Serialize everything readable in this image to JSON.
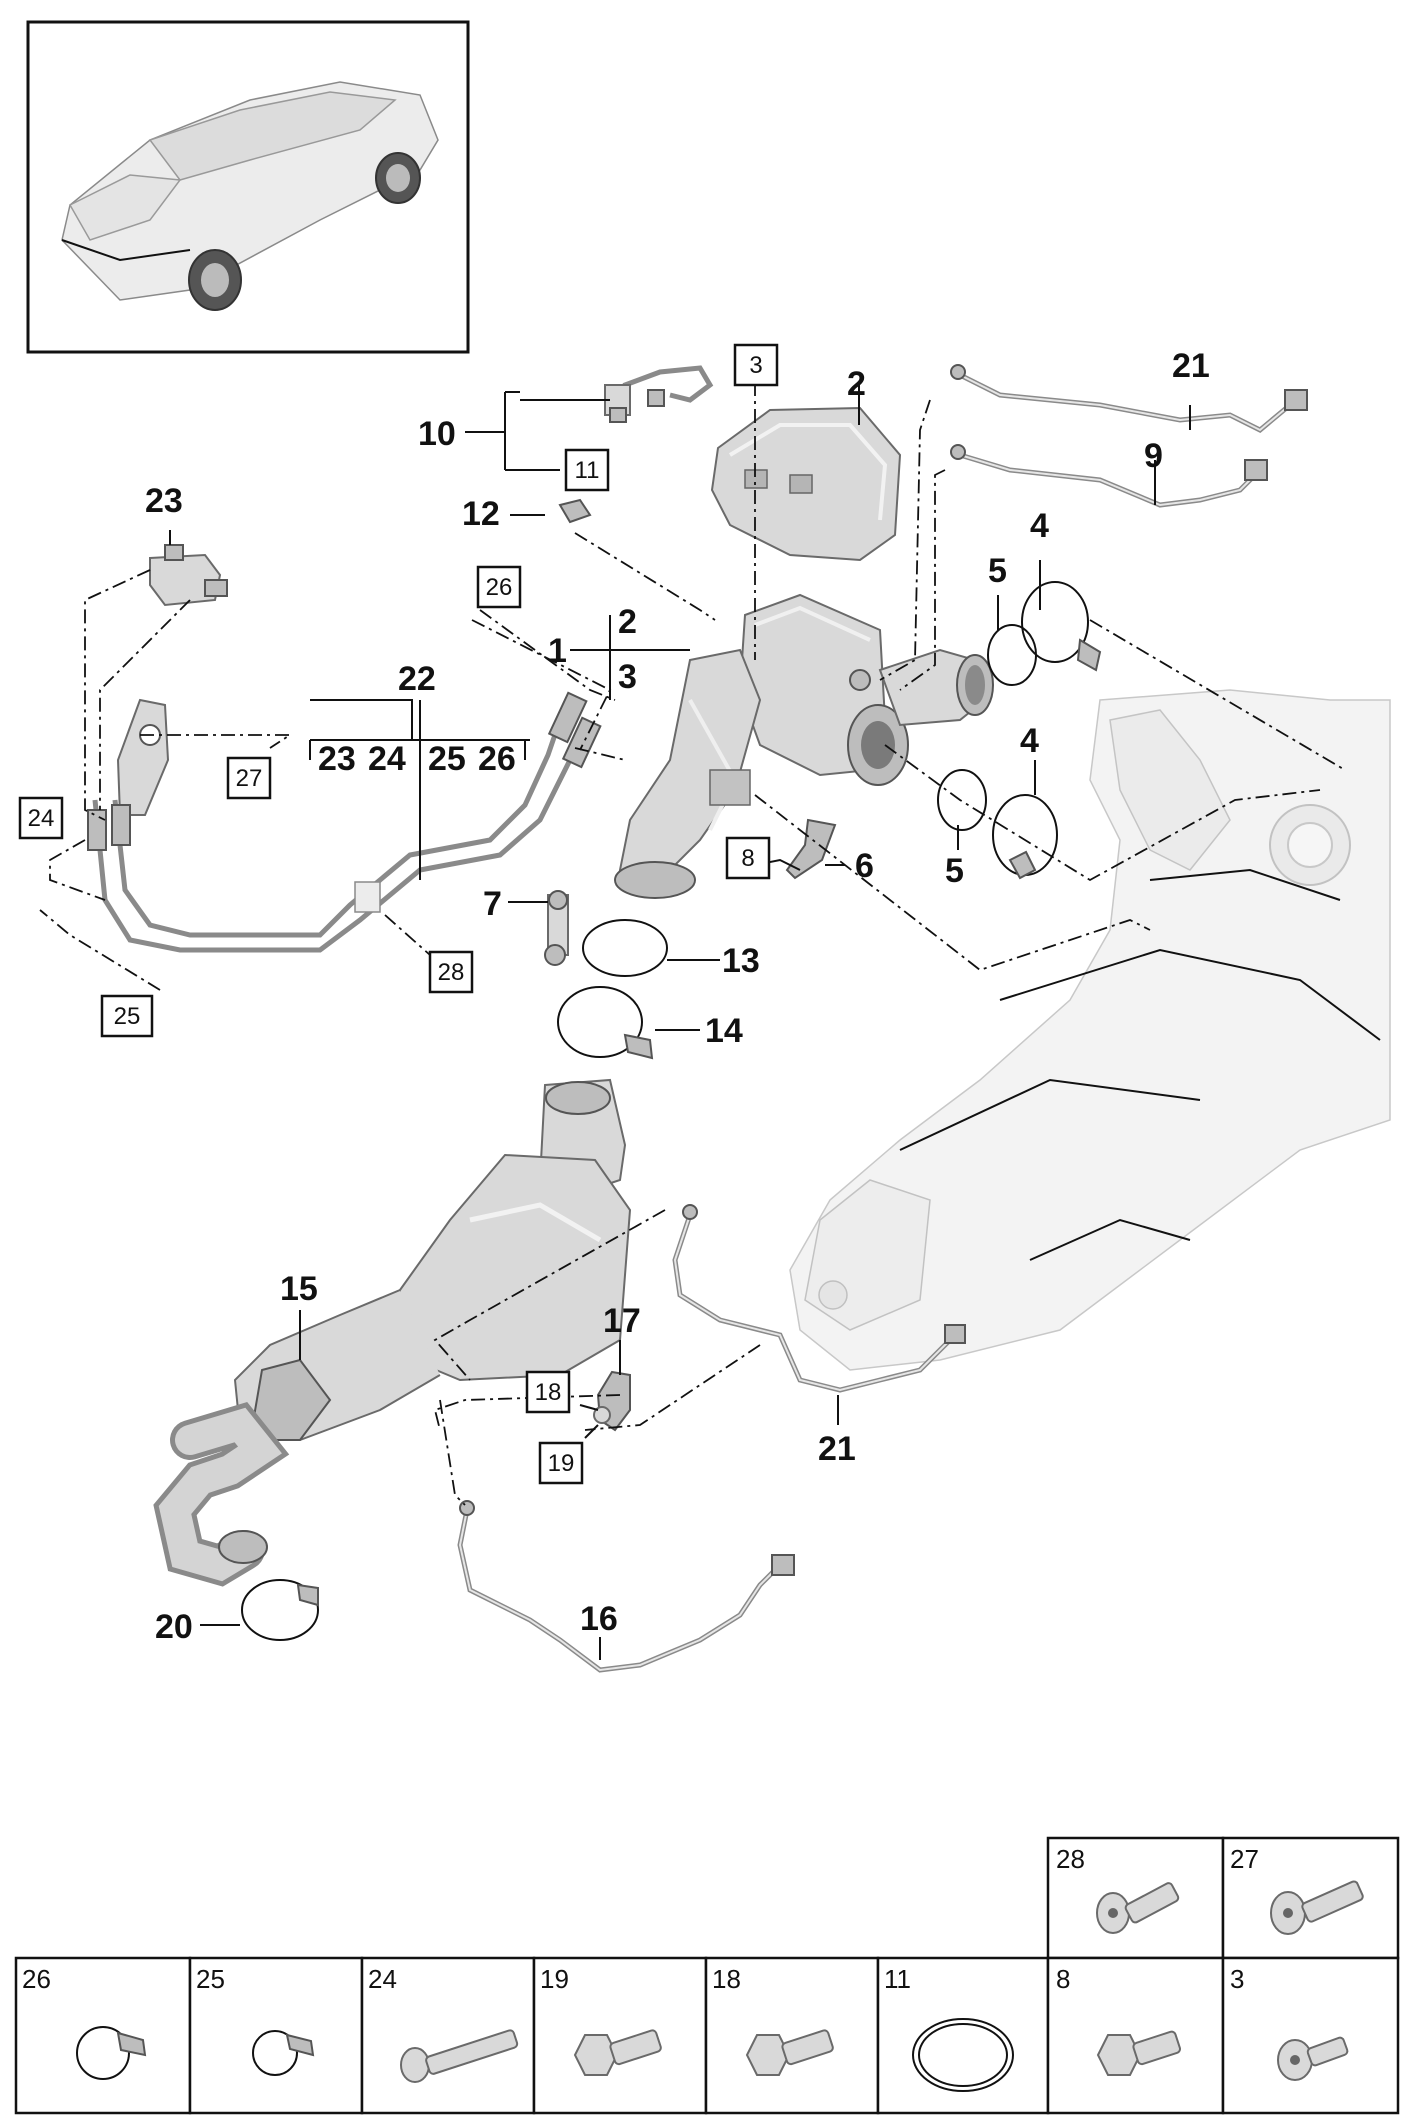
{
  "callouts": {
    "c1": "1",
    "c2a": "2",
    "c2b": "2",
    "c3": "3",
    "c4a": "4",
    "c4b": "4",
    "c5a": "5",
    "c5b": "5",
    "c6": "6",
    "c7": "7",
    "c9": "9",
    "c10": "10",
    "c12": "12",
    "c13": "13",
    "c14": "14",
    "c15": "15",
    "c16": "16",
    "c17": "17",
    "c20": "20",
    "c21a": "21",
    "c21b": "21",
    "c22": "22",
    "c23": "23",
    "c22_sub": [
      "23",
      "24",
      "25",
      "26"
    ]
  },
  "boxed_refs": {
    "b3": "3",
    "b8": "8",
    "b11": "11",
    "b18": "18",
    "b19": "19",
    "b24": "24",
    "b25": "25",
    "b26": "26",
    "b27": "27",
    "b28": "28"
  },
  "hardware_table": {
    "top_row": [
      {
        "num": "28",
        "icon": "screw-icon"
      },
      {
        "num": "27",
        "icon": "screw-icon"
      }
    ],
    "bottom_row": [
      {
        "num": "26",
        "icon": "hose-clamp-icon"
      },
      {
        "num": "25",
        "icon": "hose-clamp-icon"
      },
      {
        "num": "24",
        "icon": "long-bolt-icon"
      },
      {
        "num": "19",
        "icon": "hex-bolt-icon"
      },
      {
        "num": "18",
        "icon": "hex-bolt-icon"
      },
      {
        "num": "11",
        "icon": "seal-ring-icon"
      },
      {
        "num": "8",
        "icon": "hex-bolt-icon"
      },
      {
        "num": "3",
        "icon": "screw-icon"
      }
    ]
  }
}
